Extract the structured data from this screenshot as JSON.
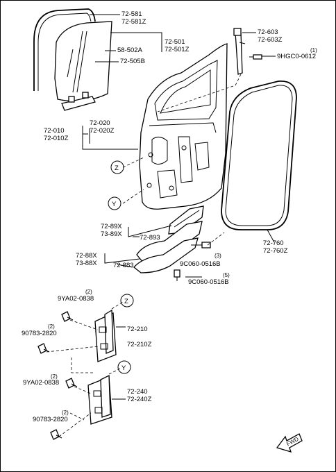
{
  "colors": {
    "line": "#000000",
    "background": "#ffffff"
  },
  "labels": {
    "glass_channel": [
      "72-581",
      "72-581Z"
    ],
    "glass": [
      "72-501",
      "72-501Z"
    ],
    "run_channel": "58-502A",
    "glass_holder": "72-505B",
    "weatherstrip_upper": [
      "72-603",
      "72-603Z"
    ],
    "bolt_upper": "9HGC0-0612",
    "bolt_upper_qty": "(1)",
    "door_panel_a": [
      "72-020",
      "72-020Z"
    ],
    "door_panel_b": [
      "72-010",
      "72-010Z"
    ],
    "seal_main": [
      "72-760",
      "72-760Z"
    ],
    "sill_upper": [
      "72-89X",
      "73-89X"
    ],
    "sill_upper_part": "72-893",
    "sill_lower": [
      "72-88X",
      "73-88X"
    ],
    "sill_lower_part": "72-883",
    "screw_a": "9C060-0516B",
    "screw_a_qty": "(3)",
    "screw_b": "9C060-0516B",
    "screw_b_qty": "(5)",
    "hinge_z_bolt1": "9YA02-0838",
    "hinge_z_bolt1_qty": "(2)",
    "hinge_z_bolt2": "90783-2820",
    "hinge_z_bolt2_qty": "(2)",
    "hinge_z": [
      "72-210",
      "72-210Z"
    ],
    "hinge_y_bolt1": "9YA02-0838",
    "hinge_y_bolt1_qty": "(2)",
    "hinge_y_bolt2": "90783-2820",
    "hinge_y_bolt2_qty": "(2)",
    "hinge_y": [
      "72-240",
      "72-240Z"
    ],
    "marker_z": "Z",
    "marker_y": "Y",
    "fwd": "FWD"
  }
}
